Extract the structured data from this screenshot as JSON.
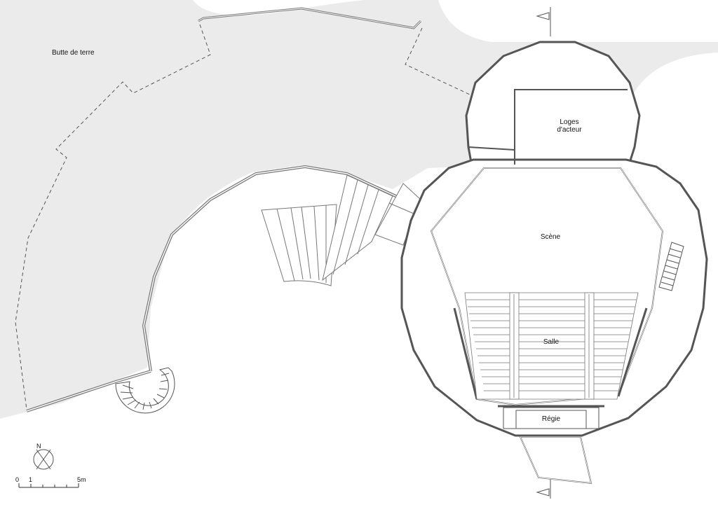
{
  "plan": {
    "labels": {
      "mound": "Butte de terre",
      "dressing_room_line1": "Loges",
      "dressing_room_line2": "d'acteur",
      "stage": "Scène",
      "hall": "Salle",
      "control_room": "Régie"
    },
    "north": {
      "letter": "N"
    },
    "scale_bar": {
      "zero": "0",
      "one": "1",
      "five": "5m"
    }
  }
}
